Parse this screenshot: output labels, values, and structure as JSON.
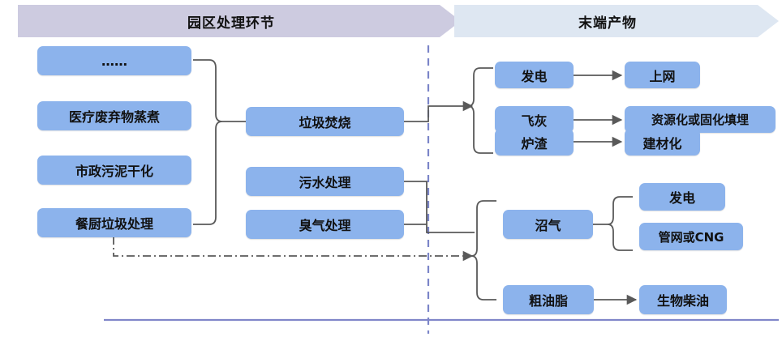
{
  "header": {
    "stage_label": "园区处理环节",
    "output_label": "末端产物"
  },
  "inputs": [
    {
      "label": "……"
    },
    {
      "label": "医疗废弃物蒸煮"
    },
    {
      "label": "市政污泥干化"
    },
    {
      "label": "餐厨垃圾处理"
    }
  ],
  "processes": [
    {
      "label": "垃圾焚烧"
    },
    {
      "label": "污水处理"
    },
    {
      "label": "臭气处理"
    }
  ],
  "incineration_outputs": [
    {
      "label": "发电"
    },
    {
      "label": "飞灰"
    },
    {
      "label": "炉渣"
    }
  ],
  "incineration_destinations": [
    {
      "label": "上网"
    },
    {
      "label": "资源化或固化填埋"
    },
    {
      "label": "建材化"
    }
  ],
  "organic_outputs": [
    {
      "label": "沼气"
    },
    {
      "label": "粗油脂"
    }
  ],
  "biogas_destinations": [
    {
      "label": "发电"
    },
    {
      "label": "管网或CNG"
    }
  ],
  "grease_destination": {
    "label": "生物柴油"
  },
  "colors": {
    "node_fill": "#8cb3ec",
    "banner_left": "#cdcbe0",
    "banner_right": "#dee7f2",
    "connector": "#595959",
    "divider": "#7b85c8",
    "baseline": "#8086c9"
  }
}
